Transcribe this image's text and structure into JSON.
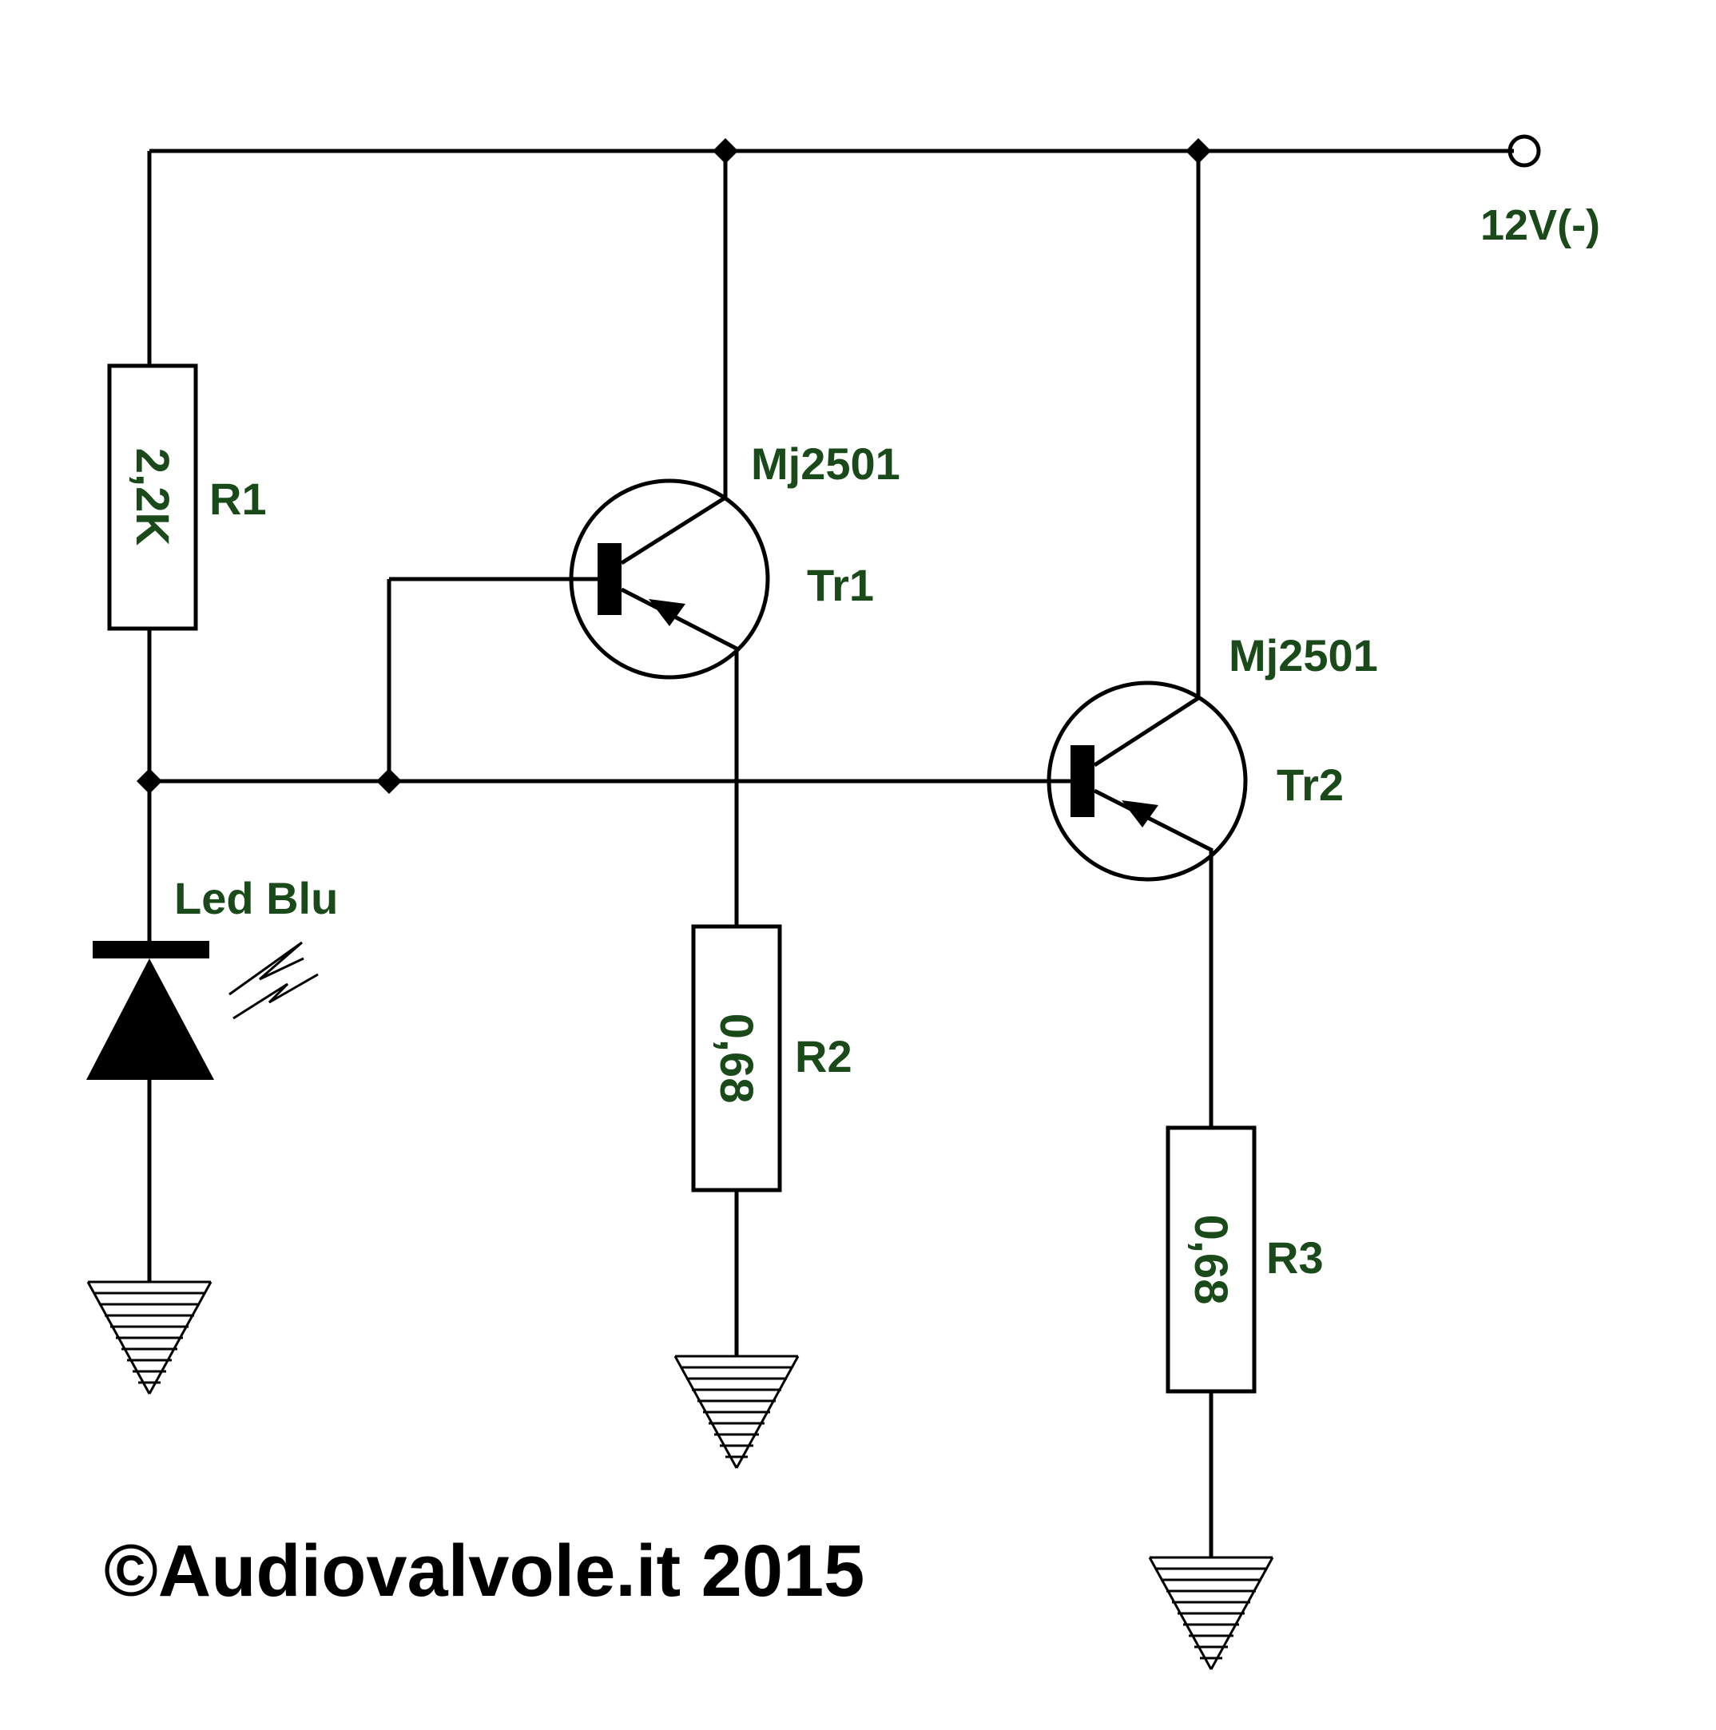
{
  "supply_label": "12V(-)",
  "resistors": {
    "r1": {
      "name": "R1",
      "value": "2,2K"
    },
    "r2": {
      "name": "R2",
      "value": "0,68"
    },
    "r3": {
      "name": "R3",
      "value": "0,68"
    }
  },
  "transistors": {
    "tr1": {
      "name": "Tr1",
      "part": "Mj2501"
    },
    "tr2": {
      "name": "Tr2",
      "part": "Mj2501"
    }
  },
  "led": {
    "name": "Led Blu"
  },
  "copyright": "©Audiovalvole.it 2015",
  "colors": {
    "label": "#1a4a1a",
    "line": "#000000",
    "background": "#ffffff"
  }
}
